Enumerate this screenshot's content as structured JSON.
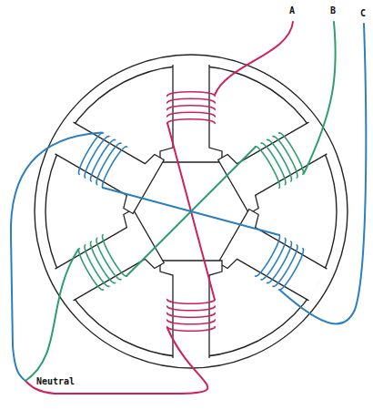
{
  "diagram": {
    "labels": [
      "A",
      "B",
      "C",
      "Neutral"
    ]
  }
}
